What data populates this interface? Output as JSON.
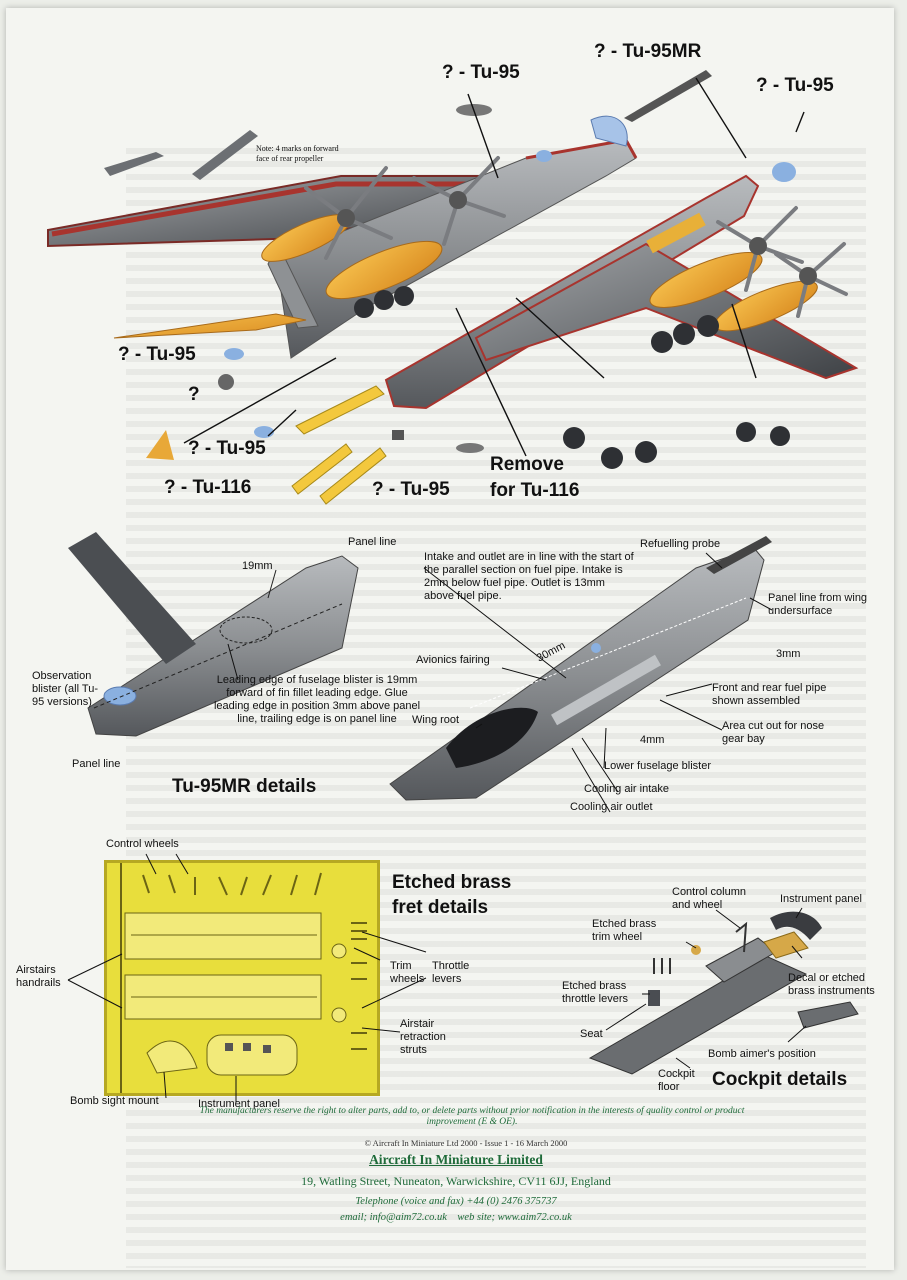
{
  "colors": {
    "fuselage": "#8c8f92",
    "fuselage_dark": "#4a4d52",
    "orange": "#f0a838",
    "red_stripe": "#a8342e",
    "brass": "#e5db3a",
    "brass_frame": "#c9b927",
    "blue": "#7fa3d8",
    "text": "#111111",
    "footer_green": "#1f6b3a"
  },
  "top": {
    "labels": {
      "tu95_top": "? - Tu-95",
      "tu95mr_top": "? - Tu-95MR",
      "tu95_right": "? - Tu-95",
      "tu95_left": "? - Tu-95",
      "question": "?",
      "tu95_mid": "? - Tu-95",
      "tu116_left": "? - Tu-116",
      "tu95_bottom": "? - Tu-95",
      "remove_line1": "Remove",
      "remove_line2": "for Tu-116",
      "note": "Note: 4 marks on forward face of rear propeller"
    }
  },
  "mr": {
    "title": "Tu-95MR details",
    "panel_line_top": "Panel line",
    "dim_19": "19mm",
    "observation": "Observation blister (all Tu-95 versions)",
    "panel_line_bottom": "Panel line",
    "leading_edge": "Leading edge of fuselage blister is 19mm forward of fin fillet leading edge. Glue leading edge in position 3mm above panel line, trailing edge is on panel line",
    "intake_note": "Intake and outlet are in line with the start of the parallel section on fuel pipe. Intake is 2mm below fuel pipe. Outlet is 13mm above fuel pipe.",
    "refuelling": "Refuelling probe",
    "panel_line_wing": "Panel line from wing undersurface",
    "dim_3": "3mm",
    "avionics": "Avionics fairing",
    "dim_30": "30mm",
    "fuel_pipe": "Front and rear fuel pipe shown assembled",
    "wing_root": "Wing root",
    "area_cut": "Area cut out for nose gear bay",
    "dim_4": "4mm",
    "lower_blister": "Lower fuselage blister",
    "cooling_intake": "Cooling air intake",
    "cooling_outlet": "Cooling air outlet"
  },
  "fret": {
    "title_line1": "Etched brass",
    "title_line2": "fret details",
    "control_wheels": "Control wheels",
    "airstairs": "Airstairs handrails",
    "trim_wheels": "Trim wheels",
    "throttle": "Throttle levers",
    "airstair_struts": "Airstair retraction struts",
    "bomb_sight": "Bomb sight mount",
    "instrument_panel": "Instrument panel"
  },
  "cockpit": {
    "title": "Cockpit details",
    "control_column": "Control column and wheel",
    "instrument_panel": "Instrument panel",
    "trim_wheel": "Etched brass trim wheel",
    "decal": "Decal or etched brass instruments",
    "throttle": "Etched brass throttle levers",
    "seat": "Seat",
    "bomb_aimer": "Bomb aimer's position",
    "floor": "Cockpit floor"
  },
  "footer": {
    "disclaimer": "The manufacturers reserve the right to alter parts, add to, or delete parts without prior notification in the interests of quality control or product improvement (E & OE).",
    "copyright": "© Aircraft In Miniature Ltd 2000 - Issue 1 - 16 March 2000",
    "company": "Aircraft In Miniature Limited",
    "address": "19, Watling Street, Nuneaton, Warwickshire, CV11 6JJ, England",
    "telephone": "Telephone (voice and fax) +44 (0) 2476 375737",
    "contact": "email; info@aim72.co.uk    web site; www.aim72.co.uk"
  }
}
